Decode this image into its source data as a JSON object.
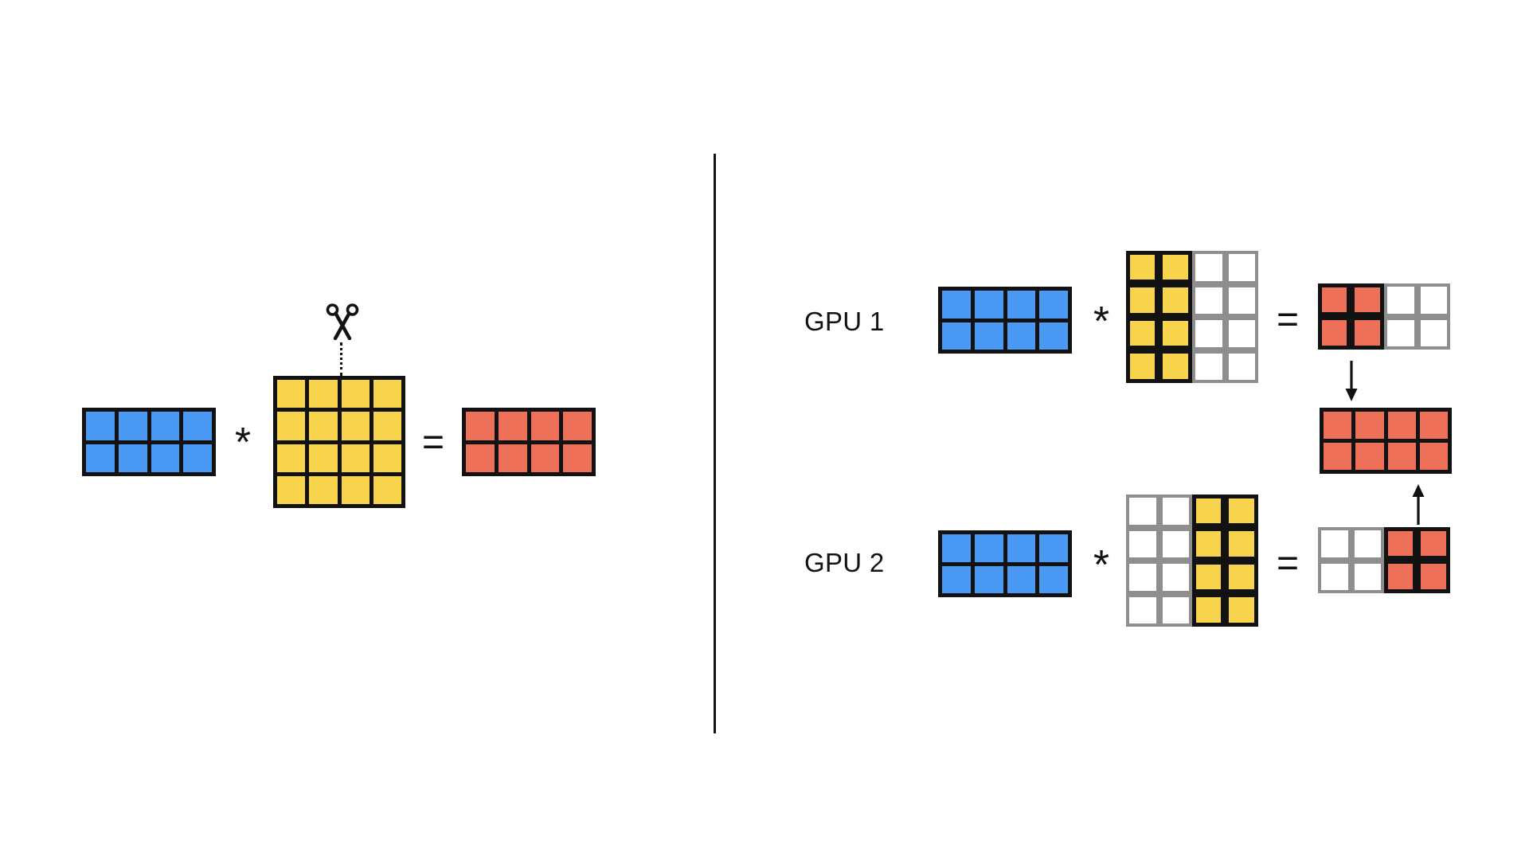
{
  "figure": {
    "title": "Tensor parallel column-wise split of a weight matrix across two GPUs",
    "type": "diagram",
    "background_color": "#ffffff",
    "colors": {
      "activation_blue": "#4a9af5",
      "weight_yellow": "#f7d44c",
      "output_red": "#ef7058",
      "owned_border": "#121212",
      "remote_border": "#8e8e8e",
      "empty_fill": "#ffffff",
      "divider": "#121212"
    }
  },
  "divider": {
    "name": "panel-divider",
    "orientation": "vertical"
  },
  "left_panel": {
    "name": "unsharded-matmul",
    "operators": {
      "multiply": "*",
      "equals": "="
    },
    "scissors": {
      "icon": "scissors-icon",
      "cut_style": "dotted-vertical",
      "cut_axis": "columns",
      "cut_position": "middle"
    },
    "matrices": [
      {
        "name": "input-activations",
        "role": "input",
        "color": "#4a9af5",
        "rows": 2,
        "cols": 4,
        "owned_cols": [
          0,
          1,
          2,
          3
        ],
        "split": false
      },
      {
        "name": "weight-matrix",
        "role": "weights",
        "color": "#f7d44c",
        "rows": 4,
        "cols": 4,
        "owned_cols": [
          0,
          1,
          2,
          3
        ],
        "split": false
      },
      {
        "name": "output-matrix",
        "role": "output",
        "color": "#ef7058",
        "rows": 2,
        "cols": 4,
        "owned_cols": [
          0,
          1,
          2,
          3
        ],
        "split": false
      }
    ]
  },
  "right_panel": {
    "name": "sharded-matmul",
    "rows": [
      {
        "name": "gpu-1-row",
        "label": "GPU 1",
        "operators": {
          "multiply": "*",
          "equals": "="
        },
        "matrices": [
          {
            "name": "gpu1-input-activations",
            "role": "input",
            "color": "#4a9af5",
            "rows": 2,
            "cols": 4,
            "owned_cols": [
              0,
              1,
              2,
              3
            ],
            "split": false
          },
          {
            "name": "gpu1-weight-shard",
            "role": "weights",
            "color": "#f7d44c",
            "rows": 4,
            "cols": 4,
            "owned_cols": [
              0,
              1
            ],
            "split": true
          },
          {
            "name": "gpu1-partial-output",
            "role": "output",
            "color": "#ef7058",
            "rows": 2,
            "cols": 4,
            "owned_cols": [
              0,
              1
            ],
            "split": true
          }
        ]
      },
      {
        "name": "gpu-2-row",
        "label": "GPU 2",
        "operators": {
          "multiply": "*",
          "equals": "="
        },
        "matrices": [
          {
            "name": "gpu2-input-activations",
            "role": "input",
            "color": "#4a9af5",
            "rows": 2,
            "cols": 4,
            "owned_cols": [
              0,
              1,
              2,
              3
            ],
            "split": false
          },
          {
            "name": "gpu2-weight-shard",
            "role": "weights",
            "color": "#f7d44c",
            "rows": 4,
            "cols": 4,
            "owned_cols": [
              2,
              3
            ],
            "split": true
          },
          {
            "name": "gpu2-partial-output",
            "role": "output",
            "color": "#ef7058",
            "rows": 2,
            "cols": 4,
            "owned_cols": [
              2,
              3
            ],
            "split": true
          }
        ]
      }
    ],
    "merged_output": {
      "name": "concatenated-output",
      "role": "output",
      "color": "#ef7058",
      "rows": 2,
      "cols": 4,
      "owned_cols": [
        0,
        1,
        2,
        3
      ],
      "split": false
    },
    "arrows": [
      {
        "name": "gpu1-to-merged-arrow",
        "direction": "down"
      },
      {
        "name": "gpu2-to-merged-arrow",
        "direction": "up"
      }
    ]
  }
}
